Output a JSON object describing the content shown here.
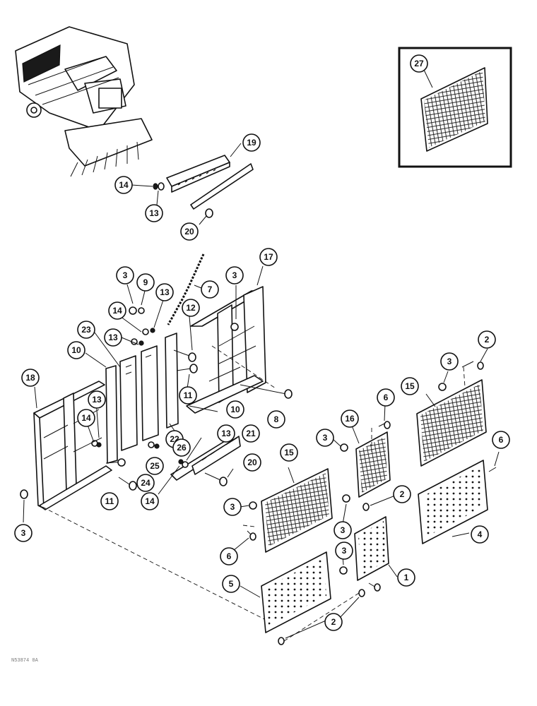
{
  "figure": {
    "callouts": [
      {
        "id": "c-27a",
        "label": "27"
      },
      {
        "id": "c-19",
        "label": "19"
      },
      {
        "id": "c-14a",
        "label": "14"
      },
      {
        "id": "c-13a",
        "label": "13"
      },
      {
        "id": "c-20a",
        "label": "20"
      },
      {
        "id": "c-17",
        "label": "17"
      },
      {
        "id": "c-3a",
        "label": "3"
      },
      {
        "id": "c-9",
        "label": "9"
      },
      {
        "id": "c-13b",
        "label": "13"
      },
      {
        "id": "c-7",
        "label": "7"
      },
      {
        "id": "c-3b",
        "label": "3"
      },
      {
        "id": "c-14b",
        "label": "14"
      },
      {
        "id": "c-12",
        "label": "12"
      },
      {
        "id": "c-23",
        "label": "23"
      },
      {
        "id": "c-13c",
        "label": "13"
      },
      {
        "id": "c-10a",
        "label": "10"
      },
      {
        "id": "c-11a",
        "label": "11"
      },
      {
        "id": "c-10b",
        "label": "10"
      },
      {
        "id": "c-8",
        "label": "8"
      },
      {
        "id": "c-18",
        "label": "18"
      },
      {
        "id": "c-13d",
        "label": "13"
      },
      {
        "id": "c-14c",
        "label": "14"
      },
      {
        "id": "c-22",
        "label": "22"
      },
      {
        "id": "c-13e",
        "label": "13"
      },
      {
        "id": "c-21",
        "label": "21"
      },
      {
        "id": "c-26",
        "label": "26"
      },
      {
        "id": "c-25",
        "label": "25"
      },
      {
        "id": "c-20b",
        "label": "20"
      },
      {
        "id": "c-24",
        "label": "24"
      },
      {
        "id": "c-11b",
        "label": "11"
      },
      {
        "id": "c-14d",
        "label": "14"
      },
      {
        "id": "c-3c",
        "label": "3"
      },
      {
        "id": "c-2a",
        "label": "2"
      },
      {
        "id": "c-3d",
        "label": "3"
      },
      {
        "id": "c-15a",
        "label": "15"
      },
      {
        "id": "c-6a",
        "label": "6"
      },
      {
        "id": "c-16",
        "label": "16"
      },
      {
        "id": "c-3e",
        "label": "3"
      },
      {
        "id": "c-15b",
        "label": "15"
      },
      {
        "id": "c-6b",
        "label": "6"
      },
      {
        "id": "c-2b",
        "label": "2"
      },
      {
        "id": "c-3f",
        "label": "3"
      },
      {
        "id": "c-4",
        "label": "4"
      },
      {
        "id": "c-3g",
        "label": "3"
      },
      {
        "id": "c-6c",
        "label": "6"
      },
      {
        "id": "c-3h",
        "label": "3"
      },
      {
        "id": "c-1",
        "label": "1"
      },
      {
        "id": "c-5",
        "label": "5"
      },
      {
        "id": "c-2c",
        "label": "2"
      }
    ],
    "footnote": "N53874 0A"
  },
  "colors": {
    "ink": "#111111",
    "paper": "#ffffff"
  }
}
